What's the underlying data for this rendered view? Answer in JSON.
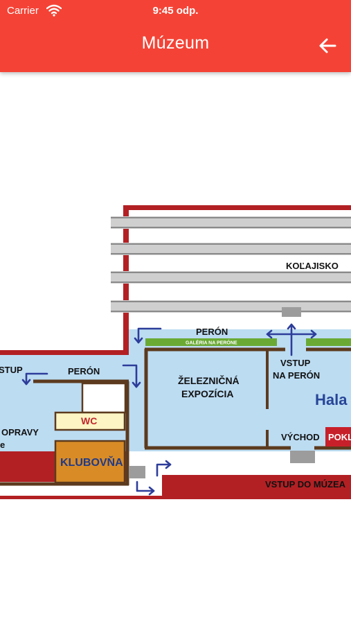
{
  "status_bar": {
    "carrier": "Carrier",
    "time": "9:45 odp."
  },
  "app_bar": {
    "title": "Múzeum",
    "back_icon": "arrow-left-icon"
  },
  "map": {
    "labels": {
      "kolajisko": "KOĽAJISKO",
      "peron_top": "PERÓN",
      "galeria": "GALÉRIA NA PERÓNE",
      "vstup_left": "STUP",
      "peron_left": "PERÓN",
      "zeleznicna_1": "ŽELEZNIČNÁ",
      "zeleznicna_2": "EXPOZÍCIA",
      "vstup_na_peron_1": "VSTUP",
      "vstup_na_peron_2": "NA PERÓN",
      "hala": "Hala",
      "opravy": "OPRAVY",
      "opravy_e": "e",
      "wc": "WC",
      "klubovna": "KLUBOVŇA",
      "vychod": "VÝCHOD",
      "pokl": "POKL",
      "vstup_do_muzea": "VSTUP DO MÚZEA"
    },
    "colors": {
      "wall": "#b22024",
      "room": "#bcdcf2",
      "track": "#9a9a9a",
      "gallery": "#6aaa34",
      "wc_fill": "#fdf5c4",
      "klub_fill": "#d98c26",
      "arrow": "#2d3d9a",
      "hala_text": "#274597",
      "partition": "#5c3a1e",
      "pokl_fill": "#c8202a"
    }
  }
}
